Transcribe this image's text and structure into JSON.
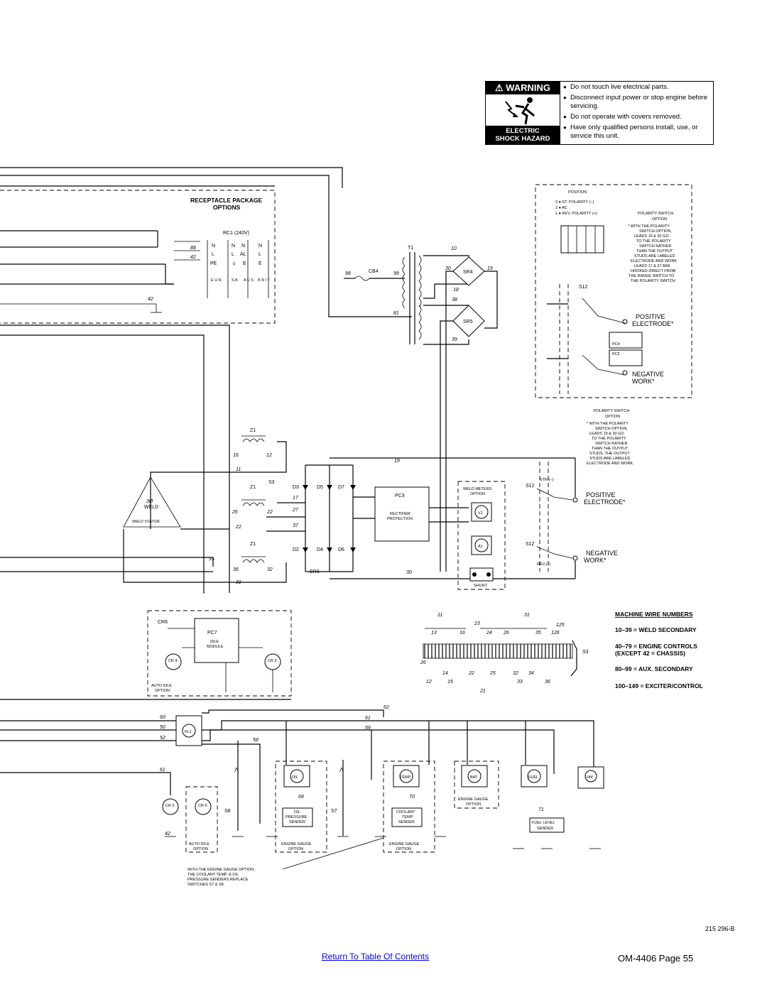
{
  "warning": {
    "header": "WARNING",
    "footer_line1": "ELECTRIC",
    "footer_line2": "SHOCK HAZARD",
    "items": [
      "Do not touch live electrical parts.",
      "Disconnect input power or stop engine before servicing.",
      "Do not operate with covers removed.",
      "Have only qualified persons install, use, or service this unit."
    ]
  },
  "receptacle": {
    "title1": "RECEPTACLE PACKAGE",
    "title2": "OPTIONS",
    "rc1": "RC1 (240V)",
    "cols": [
      {
        "letters": [
          "N",
          "L",
          "PE"
        ],
        "bottom": "E U R"
      },
      {
        "letters": [
          "N",
          "L",
          "⏚"
        ],
        "bottom": "S A"
      },
      {
        "letters": [
          "N",
          "AL",
          "E"
        ],
        "bottom": "A U S"
      },
      {
        "letters": [
          "N",
          "L",
          "E"
        ],
        "bottom": "B R I T"
      }
    ],
    "leads": [
      "88",
      "42",
      "42"
    ]
  },
  "transformer": {
    "t1": "T1",
    "cb4": "CB4",
    "sr4": "SR4",
    "sr5": "SR5",
    "leads": [
      "98",
      "99",
      "81",
      "10",
      "30",
      "19",
      "18",
      "38",
      "39"
    ]
  },
  "polarity": {
    "position": "POSITION",
    "rows": [
      "3 ● ST. POLARITY (−)",
      "2 ● AC",
      "1 ● REV. POLARITY (+)"
    ],
    "note_title1": "POLARITY SWITCH",
    "note_title2": "OPTION",
    "note": [
      "* WITH THE POLARITY",
      "SWITCH OPTION,",
      "LEADS 19 & 30 GO",
      "TO THE POLARITY",
      "SWITCH RATHER",
      "THAN THE OUTPUT",
      "STUDS ARE LABELED",
      "ELECTRODE AND WORK",
      "LEADS 17 & 37 ARE",
      "HOOKED DIRECT FROM",
      "THE RANGE SWITCH TO",
      "THE POLARITY SWITCH"
    ],
    "s12": "S12",
    "positive1": "POSITIVE",
    "positive2": "ELECTRODE*",
    "negative1": "NEGATIVE",
    "negative2": "WORK*",
    "pc4": "PC4",
    "pc5": "PC5"
  },
  "polarity2": {
    "title1": "POLARITY SWITCH",
    "title2": "OPTION",
    "note": [
      "* WITH THE POLARITY",
      "SWITCH OPTION,",
      "LEADS 19 & 30 GO",
      "TO THE POLARITY",
      "SWITCH RATHER",
      "THAN THE OUTPUT",
      "STUDS, THE OUTPUT",
      "STUDS ARE LABELED",
      "ELECTRODE AND WORK."
    ]
  },
  "weld": {
    "z1": "Z1",
    "s3": "S3",
    "sr3": "SR3",
    "stator_label1": "3Ø",
    "stator_label2": "WELD",
    "stator_label3": "WELD STATOR",
    "diodes_top": [
      "D3",
      "D5",
      "D7"
    ],
    "diodes_bottom": [
      "D2",
      "D4",
      "D6"
    ],
    "pc3": "PC3",
    "pc3_sub1": "RECTIFIER",
    "pc3_sub2": "PROTECTION",
    "meters_title1": "WELD METERS",
    "meters_title2": "OPTION",
    "v1": "V1",
    "a1": "A1",
    "shunt": "SHUNT",
    "s12": "S12",
    "str": "STR.(−)",
    "rev": "REV.(+)",
    "positive1": "POSITIVE",
    "positive2": "ELECTRODE*",
    "negative1": "NEGATIVE",
    "negative2": "WORK*",
    "leads": [
      "16",
      "12",
      "11",
      "26",
      "22",
      "27",
      "21",
      "17",
      "37",
      "36",
      "32",
      "31",
      "19",
      "30"
    ]
  },
  "idle": {
    "cr6": "CR6",
    "pc7": "PC7",
    "pc7_sub1": "IDLE",
    "pc7_sub2": "MODULE",
    "cr4": "CR 4",
    "cr3": "CR 3",
    "label1": "AUTO IDLE",
    "label2": "OPTION"
  },
  "wire_numbers": {
    "title": "MACHINE WIRE NUMBERS",
    "lines": [
      "10–39 = WELD SECONDARY",
      "40–79 = ENGINE CONTROLS",
      "(EXCEPT 42 = CHASSIS)",
      "80–99 = AUX. SECONDARY",
      "100–149 = EXCITER/CONTROL"
    ],
    "s3": "S3",
    "top_nums": [
      "11",
      "23",
      "31",
      "13",
      "16",
      "24",
      "26",
      "35",
      "125",
      "126"
    ],
    "bottom_nums": [
      "26",
      "14",
      "22",
      "25",
      "32",
      "34",
      "12",
      "15",
      "21",
      "33",
      "36"
    ]
  },
  "engine": {
    "pl1": "PL1",
    "oil": "OIL",
    "temp": "TEMP",
    "bat": "BAT",
    "fuel": "FUEL",
    "hm": "HM",
    "s8": "S8",
    "s7": "S7",
    "cr5": "CR 5",
    "cr6": "CR 6",
    "oil_sender": [
      "OIL",
      "PRESSURE",
      "SENDER"
    ],
    "coolant_sender": [
      "COOLANT",
      "TEMP.",
      "SENDER"
    ],
    "fuel_sender": [
      "FUEL LEVEL",
      "SENDER"
    ],
    "gauge_opt": [
      "ENGINE GAUGE",
      "OPTION"
    ],
    "auto_idle": [
      "AUTO IDLE",
      "OPTION"
    ],
    "note": [
      "WITH THE ENGINE GAUGE OPTION,",
      "THE COOLANT TEMP. & OIL",
      "PRESSURE SENDERS REPLACE",
      "SWITCHES S7 & S8."
    ],
    "leads": [
      "60",
      "50",
      "52",
      "61",
      "62",
      "61",
      "59",
      "58",
      "69",
      "70",
      "71",
      "42"
    ]
  },
  "footer": {
    "link": "Return To Table Of Contents",
    "page": "OM-4406 Page 55",
    "drawing": "215 296-B"
  }
}
